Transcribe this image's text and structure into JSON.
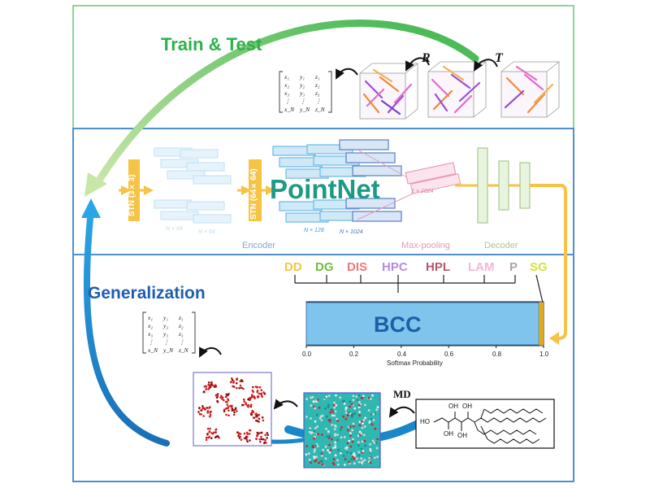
{
  "title_train": "Train & Test",
  "title_generalization": "Generalization",
  "network_name": "PointNet",
  "transform_labels": {
    "rotation": "R",
    "translation": "T"
  },
  "stn_labels": [
    "STN (3×3)",
    "STN (64×64)"
  ],
  "layer_dims": [
    "N × 64",
    "N × 64",
    "N × 128",
    "N × 1024",
    "1 × 1024"
  ],
  "section_labels": {
    "encoder": "Encoder",
    "max_pooling": "Max-pooling",
    "decoder": "Decoder"
  },
  "classes": [
    {
      "label": "DD",
      "color": "#f5c542"
    },
    {
      "label": "DG",
      "color": "#6fbf3a"
    },
    {
      "label": "DIS",
      "color": "#f07a7a"
    },
    {
      "label": "HPC",
      "color": "#b48de0"
    },
    {
      "label": "HPL",
      "color": "#b05a6a"
    },
    {
      "label": "LAM",
      "color": "#f2b6d8"
    },
    {
      "label": "P",
      "color": "#a6a6a6"
    },
    {
      "label": "SG",
      "color": "#d6e33a"
    }
  ],
  "chart_data": {
    "type": "bar",
    "orientation": "horizontal",
    "categories": [
      "BCC"
    ],
    "values": [
      0.98
    ],
    "xlabel": "Softmax Probability",
    "xlim": [
      0,
      1
    ],
    "xticks": [
      "0.0",
      "0.2",
      "0.4",
      "0.6",
      "0.8",
      "1.0"
    ],
    "bar_label": "BCC",
    "bar_color": "#7ec4ec"
  },
  "matrix": {
    "col1": [
      "x₁",
      "x₂",
      "x₃",
      "⋮",
      "x_N"
    ],
    "col2": [
      "y₁",
      "y₂",
      "y₃",
      "⋮",
      "y_N"
    ],
    "col3": [
      "z₁",
      "z₂",
      "z₃",
      "⋮",
      "z_N"
    ]
  },
  "md_label": "MD",
  "molecule_labels": [
    "OH",
    "OH",
    "HO",
    "OH",
    "OH"
  ]
}
